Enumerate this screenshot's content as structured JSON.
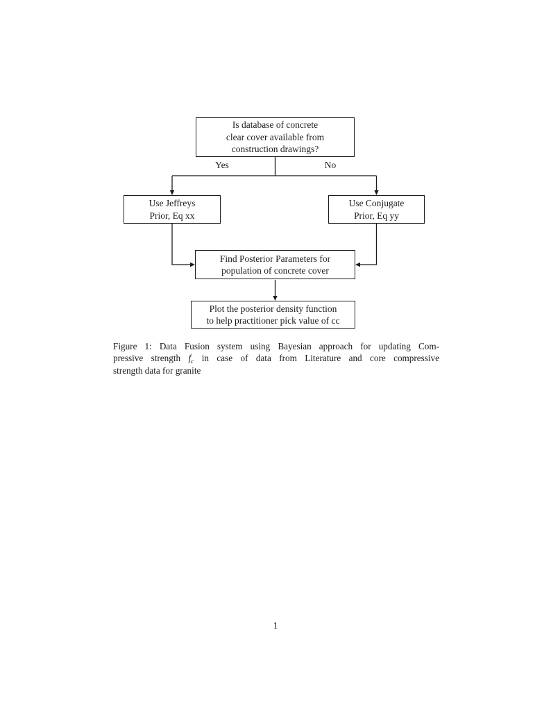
{
  "page": {
    "number": "1",
    "background_color": "#ffffff",
    "text_color": "#1b1b1b"
  },
  "flowchart": {
    "nodes": {
      "decision": {
        "lines": [
          "Is database of concrete",
          "clear cover available from",
          "construction drawings?"
        ]
      },
      "jeffreys": {
        "lines": [
          "Use Jeffreys",
          "Prior, Eq xx"
        ]
      },
      "conjugate": {
        "lines": [
          "Use Conjugate",
          "Prior, Eq yy"
        ]
      },
      "posterior": {
        "lines": [
          "Find Posterior Parameters for",
          "population of concrete cover"
        ]
      },
      "plot": {
        "lines": [
          "Plot the posterior density function",
          "to help practitioner pick value of cc"
        ]
      }
    },
    "edge_labels": {
      "yes": "Yes",
      "no": "No"
    },
    "line_color": "#1b1b1b"
  },
  "caption": {
    "line1": "Figure 1: Data Fusion system using Bayesian approach for updating Com-",
    "line2_pre": "pressive strength ",
    "math_var": "f",
    "math_sub": "c",
    "line2_post": " in case of data from Literature and core compressive",
    "line3": "strength data for granite"
  }
}
